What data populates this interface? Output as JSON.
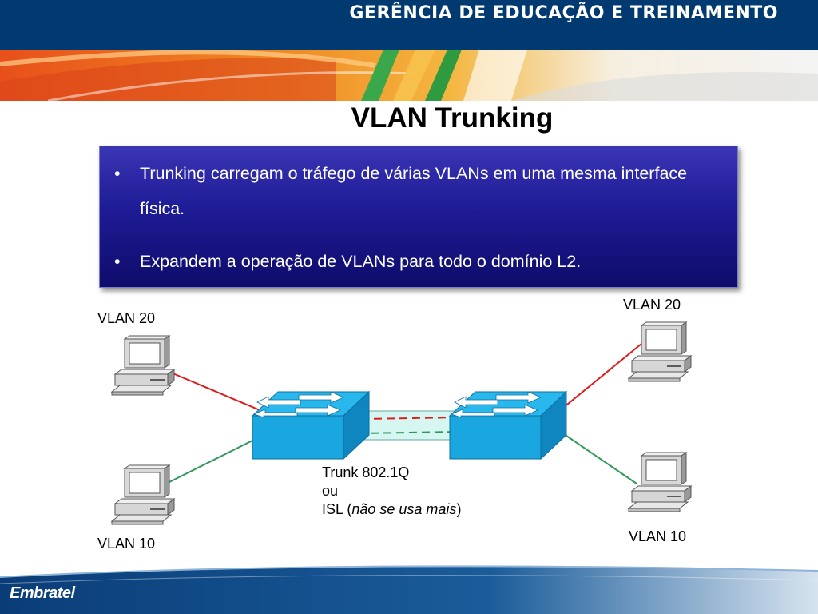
{
  "header": {
    "title": "GERÊNCIA DE EDUCAÇÃO E TREINAMENTO",
    "brand_color": "#003a70"
  },
  "slide": {
    "title": "VLAN Trunking",
    "bullets": [
      "Trunking carregam o tráfego de várias VLANs em uma mesma interface física.",
      "Expandem a operação de VLANs para todo o domínio L2."
    ],
    "bullet_symbol": "•",
    "bullet_box_color": "#23209e"
  },
  "diagram": {
    "labels": {
      "left_top": "VLAN 20",
      "left_bottom": "VLAN 10",
      "right_top": "VLAN 20",
      "right_bottom": "VLAN 10"
    },
    "trunk": {
      "line1": "Trunk 802.1Q",
      "line2": "ou",
      "line3_prefix": "ISL (",
      "line3_italic": "não se usa mais",
      "line3_suffix": ")"
    },
    "colors": {
      "vlan20_link": "#e01b1b",
      "vlan10_link": "#2e9a5a",
      "switch": "#1aa7e0",
      "trunk_fill": "#d6f6f2"
    },
    "icons": [
      "pc-icon",
      "switch-icon"
    ]
  },
  "footer": {
    "logo": "Embratel"
  }
}
